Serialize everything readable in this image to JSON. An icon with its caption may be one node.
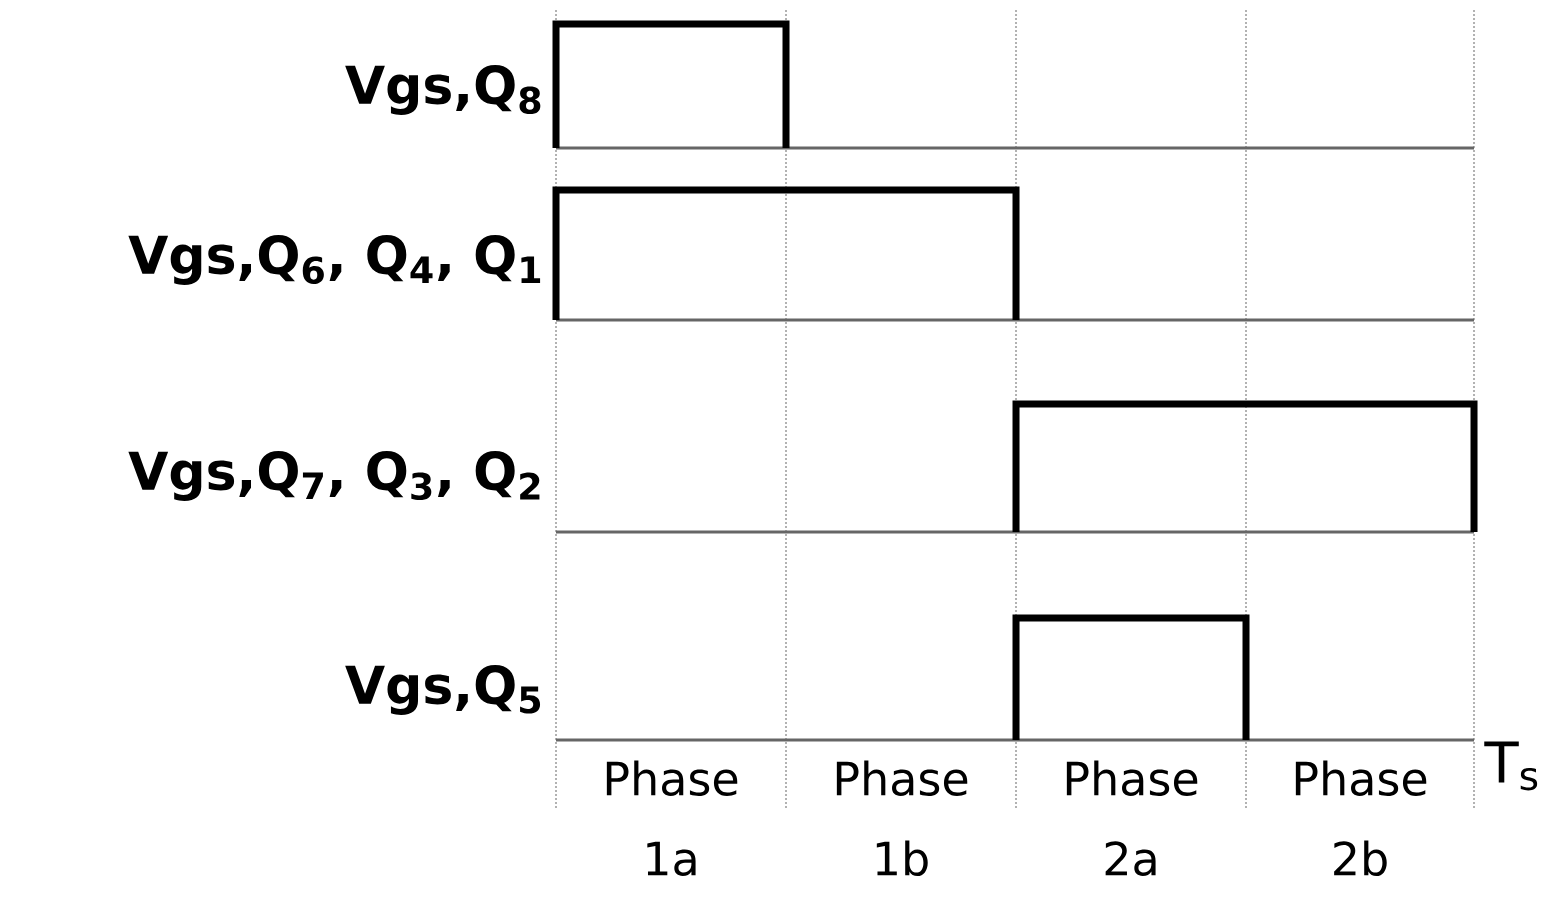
{
  "diagram": {
    "labels": [
      "Vgs,Q$_{8}$",
      "Vgs,Q$_{6}$, Q$_{4}$, Q$_{1}$",
      "Vgs,Q$_{7}$, Q$_{3}$, Q$_{2}$",
      "Vgs,Q$_{5}$",
      "Phase 1a",
      "Phase 1b",
      "Phase 2a",
      "Phase 2b",
      "T$_{s}$"
    ]
  }
}
